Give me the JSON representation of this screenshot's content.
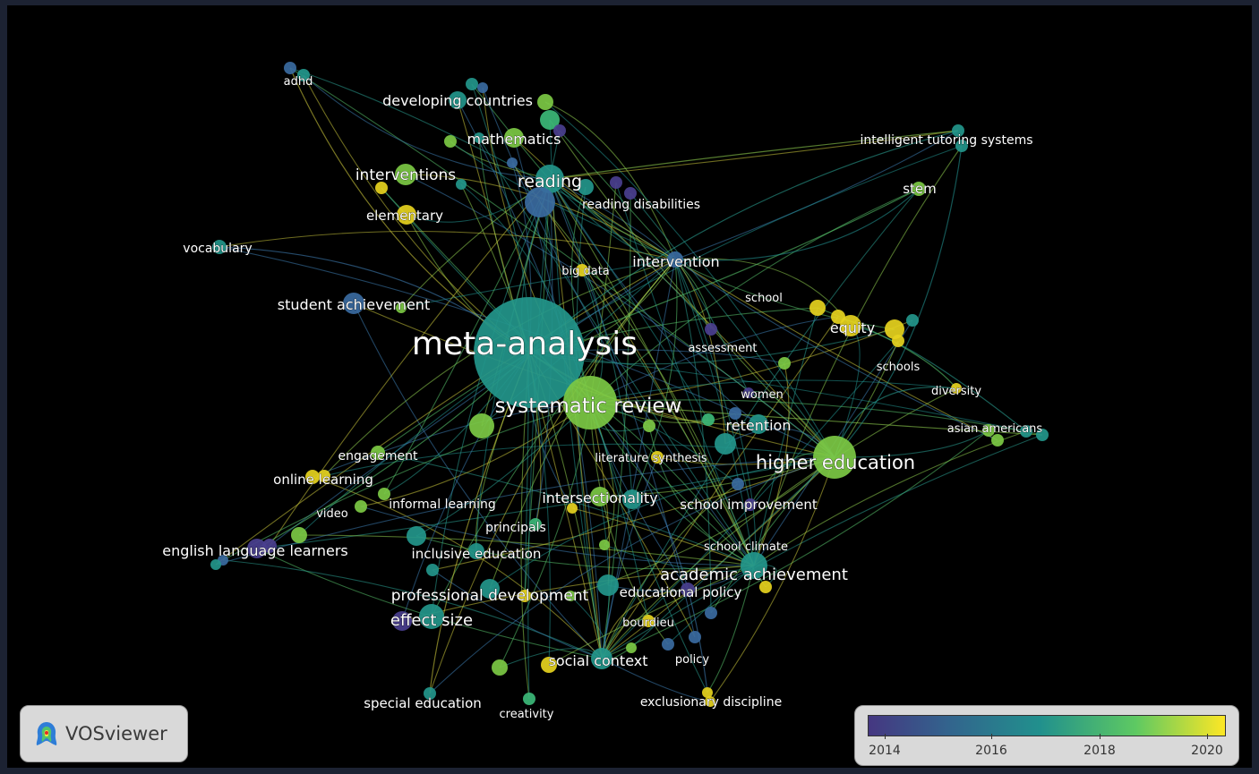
{
  "app": {
    "logo_label": "VOSviewer"
  },
  "legend": {
    "ticks": [
      "2014",
      "2016",
      "2018",
      "2020"
    ],
    "colors": [
      "#453781",
      "#33638d",
      "#21908d",
      "#5ec962",
      "#fde725"
    ]
  },
  "network": {
    "labels": {
      "adhd": "adhd",
      "developing_countries": "developing countries",
      "mathematics": "mathematics",
      "interventions": "interventions",
      "reading": "reading",
      "reading_disabilities": "reading disabilities",
      "elementary": "elementary",
      "intelligent_tutoring_systems": "intelligent tutoring systems",
      "stem": "stem",
      "vocabulary": "vocabulary",
      "intervention": "intervention",
      "big_data": "big data",
      "student_achievement": "student achievement",
      "school": "school",
      "meta_analysis": "meta-analysis",
      "equity": "equity",
      "assessment": "assessment",
      "schools": "schools",
      "diversity": "diversity",
      "women": "women",
      "systematic_review": "systematic review",
      "retention": "retention",
      "asian_americans": "asian americans",
      "engagement": "engagement",
      "literature_synthesis": "literature synthesis",
      "higher_education": "higher education",
      "online_learning": "online learning",
      "informal_learning": "informal learning",
      "intersectionality": "intersectionality",
      "school_improvement": "school improvement",
      "video": "video",
      "principals": "principals",
      "english_language_learners": "english language learners",
      "school_climate": "school climate",
      "inclusive_education": "inclusive education",
      "academic_achievement": "academic achievement",
      "professional_development": "professional development",
      "educational_policy": "educational policy",
      "effect_size": "effect size",
      "bourdieu": "bourdieu",
      "social_context": "social context",
      "policy": "policy",
      "special_education": "special education",
      "exclusionary_discipline": "exclusionary discipline",
      "creativity": "creativity"
    }
  }
}
